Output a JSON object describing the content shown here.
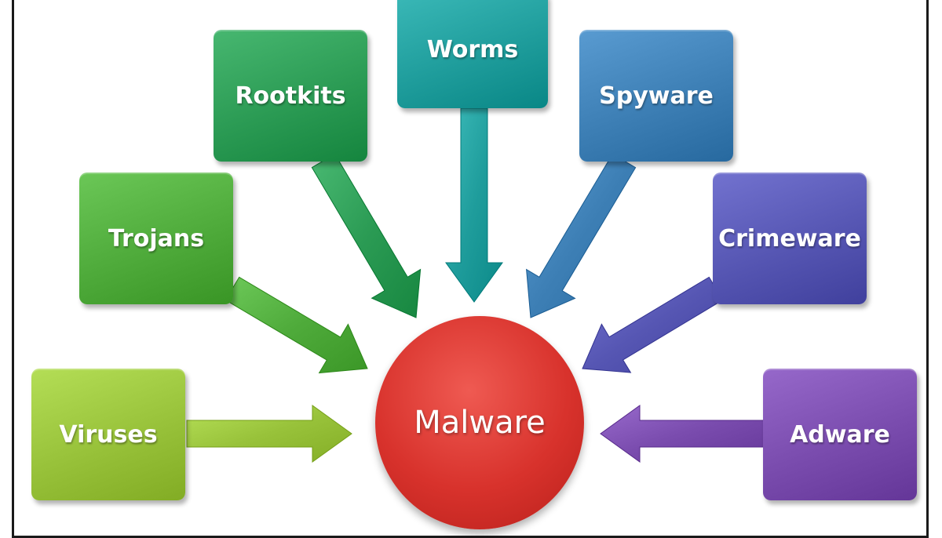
{
  "diagram": {
    "hub": {
      "label": "Malware",
      "color": "#d9352f"
    },
    "nodes": [
      {
        "id": "viruses",
        "label": "Viruses",
        "color": "#98c23a"
      },
      {
        "id": "trojans",
        "label": "Trojans",
        "color": "#4fab3b"
      },
      {
        "id": "rootkits",
        "label": "Rootkits",
        "color": "#2b9b54"
      },
      {
        "id": "worms",
        "label": "Worms",
        "color": "#1f9d9c"
      },
      {
        "id": "spyware",
        "label": "Spyware",
        "color": "#3d7fb5"
      },
      {
        "id": "crimeware",
        "label": "Crimeware",
        "color": "#5656b3"
      },
      {
        "id": "adware",
        "label": "Adware",
        "color": "#7a4cae"
      }
    ]
  }
}
